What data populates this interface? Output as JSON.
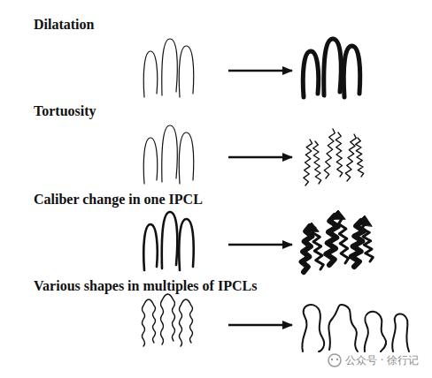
{
  "diagram": {
    "labels": [
      "Dilatation",
      "Tortuosity",
      "Caliber change in one IPCL",
      "Various shapes in multiples of IPCLs",
      "公众号 · 徐行记"
    ]
  }
}
